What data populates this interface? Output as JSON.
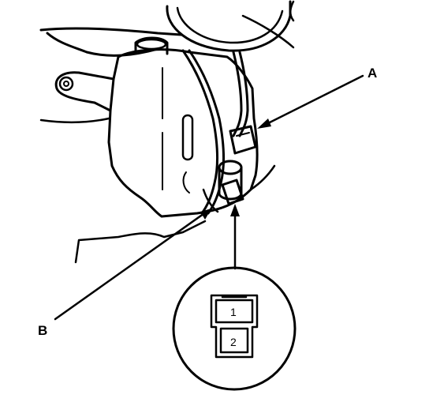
{
  "callouts": {
    "a": "A",
    "b": "B"
  },
  "connector": {
    "pin_1": "1",
    "pin_2": "2"
  },
  "colors": {
    "line": "#000000",
    "background": "#ffffff"
  }
}
